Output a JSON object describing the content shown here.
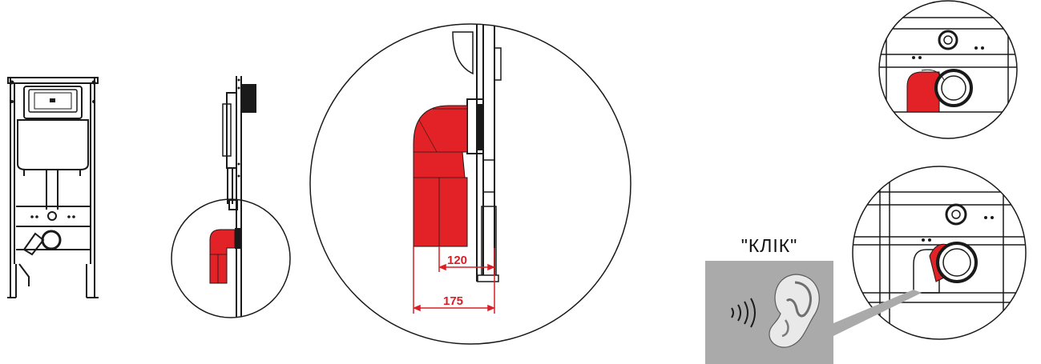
{
  "labels": {
    "dim_inner": "120",
    "dim_outer": "175",
    "click_text": "\"КЛІК\""
  },
  "colors": {
    "accent_red": "#e32227",
    "line": "#1a1a1a",
    "panel_gray": "#a9aaa9"
  },
  "icons": {
    "sound_waves": "sound-waves-icon",
    "ear": "ear-icon"
  }
}
